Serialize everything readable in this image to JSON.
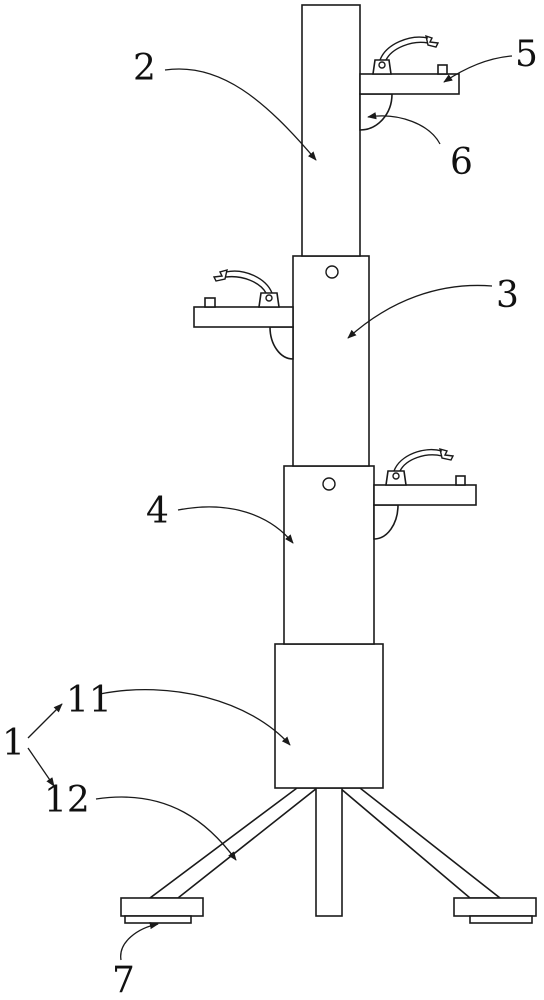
{
  "labels": {
    "l1": "1",
    "l2": "2",
    "l3": "3",
    "l4": "4",
    "l5": "5",
    "l6": "6",
    "l7": "7",
    "l11": "11",
    "l12": "12"
  },
  "colors": {
    "line": "#1a1a1a",
    "background": "#ffffff"
  }
}
